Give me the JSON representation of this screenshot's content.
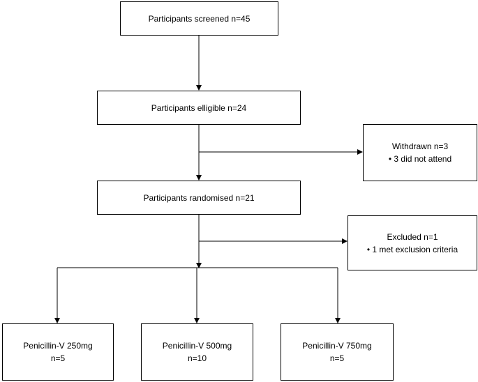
{
  "flowchart": {
    "screened": {
      "label": "Participants screened n=45"
    },
    "eligible": {
      "label": "Participants elligible n=24"
    },
    "withdrawn": {
      "title": "Withdrawn n=3",
      "detail": "• 3 did not attend"
    },
    "randomised": {
      "label": "Participants randomised n=21"
    },
    "excluded": {
      "title": "Excluded n=1",
      "detail": "• 1 met exclusion criteria"
    },
    "arms": [
      {
        "name": "Penicillin-V 250mg",
        "n": "n=5"
      },
      {
        "name": "Penicillin-V 500mg",
        "n": "n=10"
      },
      {
        "name": "Penicillin-V 750mg",
        "n": "n=5"
      }
    ]
  },
  "colors": {
    "line": "#000000",
    "box_border": "#000000",
    "background": "#ffffff"
  }
}
